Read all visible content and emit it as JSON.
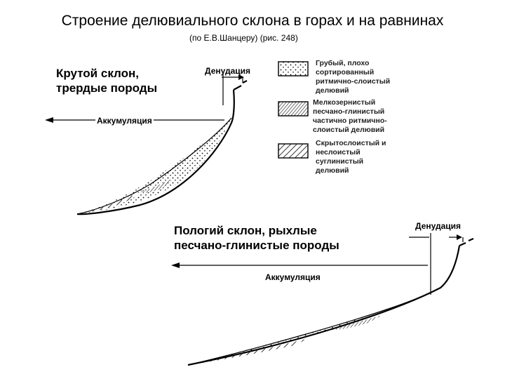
{
  "title": "Строение делювиального склона  в горах и на равнинах",
  "subtitle": "(по Е.В.Шанцеру) (рис. 248)",
  "steep": {
    "heading_line1": "Крутой склон,",
    "heading_line2": "трердые породы",
    "denudation": "Денудация",
    "accumulation": "Аккумуляция"
  },
  "gentle": {
    "heading_line1": "Пологий склон, рыхлые",
    "heading_line2": "песчано-глинистые породы",
    "denudation": "Денудация",
    "accumulation": "Аккумуляция"
  },
  "legend": [
    {
      "pattern": "dots",
      "lines": [
        "Грубый, плохо",
        "сортированный",
        "ритмично-слоистый",
        "делювий"
      ]
    },
    {
      "pattern": "dense-hatch",
      "lines": [
        "Мелкозернистый",
        "песчано-глинистый",
        "частично ритмично-",
        "слоистый делювий"
      ]
    },
    {
      "pattern": "sparse-hatch",
      "lines": [
        "Скрытослоистый и",
        "неслоистый",
        "суглинистый",
        "делювий"
      ]
    }
  ]
}
